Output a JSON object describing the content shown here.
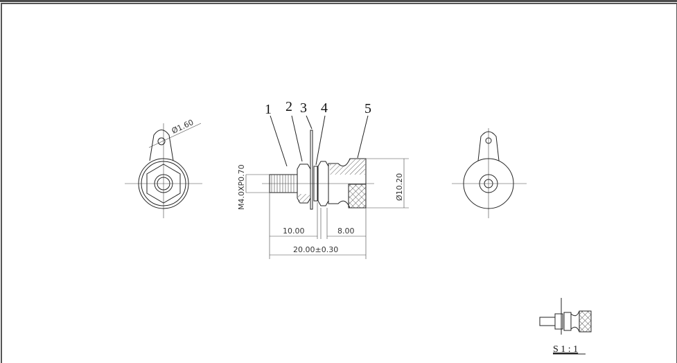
{
  "part_labels": [
    "1",
    "2",
    "3",
    "4",
    "5"
  ],
  "dimensions": {
    "hole_diameter": "Ø1.60",
    "thread": "M4.0XP0.70",
    "outer_diameter": "Ø10.20",
    "thread_length": "10.00",
    "knob_length": "8.00",
    "total_length": "20.00±0.30"
  },
  "scale_label": "S 1 : 1"
}
